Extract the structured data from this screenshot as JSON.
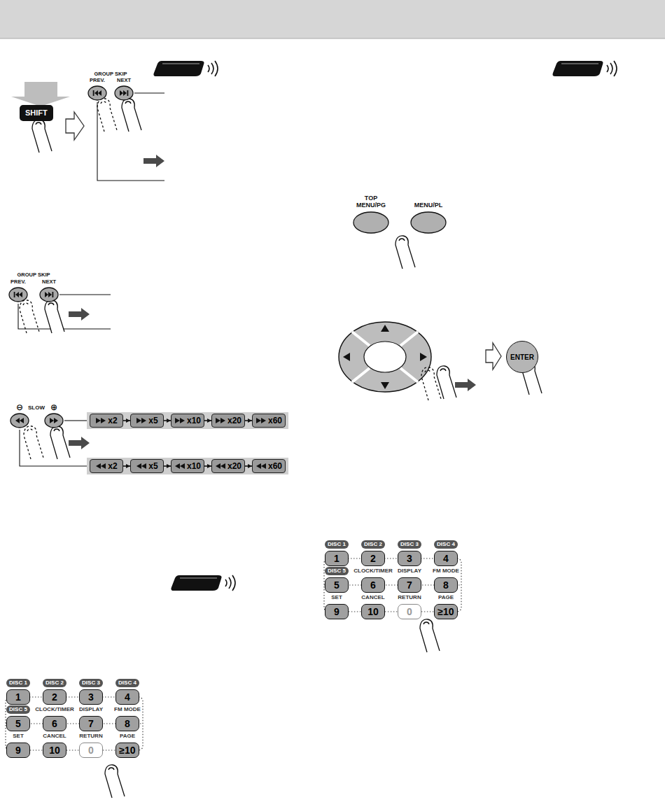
{
  "diagram": {
    "nodes": [
      {
        "text": [
          "SHIFT"
        ]
      },
      {
        "text": [
          "PREV."
        ]
      },
      {
        "text": [
          "NEXT"
        ]
      },
      {
        "text": [
          "PREV."
        ]
      },
      {
        "text": [
          "NEXT"
        ]
      },
      {
        "text": [
          "⊖"
        ]
      },
      {
        "text": [
          "⊕"
        ]
      },
      {
        "text": [
          "x2"
        ]
      },
      {
        "text": [
          "x5"
        ]
      },
      {
        "text": [
          "x10"
        ]
      },
      {
        "text": [
          "x20"
        ]
      },
      {
        "text": [
          "x60"
        ]
      },
      {
        "text": [
          "x2"
        ]
      },
      {
        "text": [
          "x5"
        ]
      },
      {
        "text": [
          "x10"
        ]
      },
      {
        "text": [
          "x20"
        ]
      },
      {
        "text": [
          "x60"
        ]
      },
      {
        "text": [
          "DISC 1",
          "1"
        ]
      },
      {
        "text": [
          "DISC 2",
          "2"
        ]
      },
      {
        "text": [
          "DISC 3",
          "3"
        ]
      },
      {
        "text": [
          "DISC 4",
          "4"
        ]
      },
      {
        "text": [
          "DISC 5",
          "5"
        ]
      },
      {
        "text": [
          "CLOCK/TIMER",
          "6"
        ]
      },
      {
        "text": [
          "DISPLAY",
          "7"
        ]
      },
      {
        "text": [
          "FM MODE",
          "8"
        ]
      },
      {
        "text": [
          "SET",
          "9"
        ]
      },
      {
        "text": [
          "CANCEL",
          "10"
        ]
      },
      {
        "text": [
          "RETURN",
          "0"
        ]
      },
      {
        "text": [
          "PAGE",
          "≥10"
        ]
      },
      {
        "text": [
          "TOP MENU/PG"
        ]
      },
      {
        "text": [
          "MENU/PL"
        ]
      },
      {
        "text": [
          "ENTER"
        ]
      },
      {
        "text": [
          "DISC 1",
          "1"
        ]
      },
      {
        "text": [
          "DISC 2",
          "2"
        ]
      },
      {
        "text": [
          "DISC 3",
          "3"
        ]
      },
      {
        "text": [
          "DISC 4",
          "4"
        ]
      },
      {
        "text": [
          "DISC 5",
          "5"
        ]
      },
      {
        "text": [
          "CLOCK/TIMER",
          "6"
        ]
      },
      {
        "text": [
          "DISPLAY",
          "7"
        ]
      },
      {
        "text": [
          "FM MODE",
          "8"
        ]
      },
      {
        "text": [
          "SET",
          "9"
        ]
      },
      {
        "text": [
          "CANCEL",
          "10"
        ]
      },
      {
        "text": [
          "RETURN",
          "0"
        ]
      },
      {
        "text": [
          "PAGE",
          "≥10"
        ]
      }
    ],
    "edges": [
      {
        "from": 7,
        "to": 8,
        "arrow": "to"
      },
      {
        "from": 8,
        "to": 9,
        "arrow": "to"
      },
      {
        "from": 9,
        "to": 10,
        "arrow": "to"
      },
      {
        "from": 10,
        "to": 11,
        "arrow": "to"
      },
      {
        "from": 12,
        "to": 13,
        "arrow": "to"
      },
      {
        "from": 13,
        "to": 14,
        "arrow": "to"
      },
      {
        "from": 14,
        "to": 15,
        "arrow": "to"
      },
      {
        "from": 15,
        "to": 16,
        "arrow": "to"
      }
    ],
    "labels": [
      "GROUP SKIP",
      "GROUP SKIP",
      "SLOW"
    ]
  }
}
